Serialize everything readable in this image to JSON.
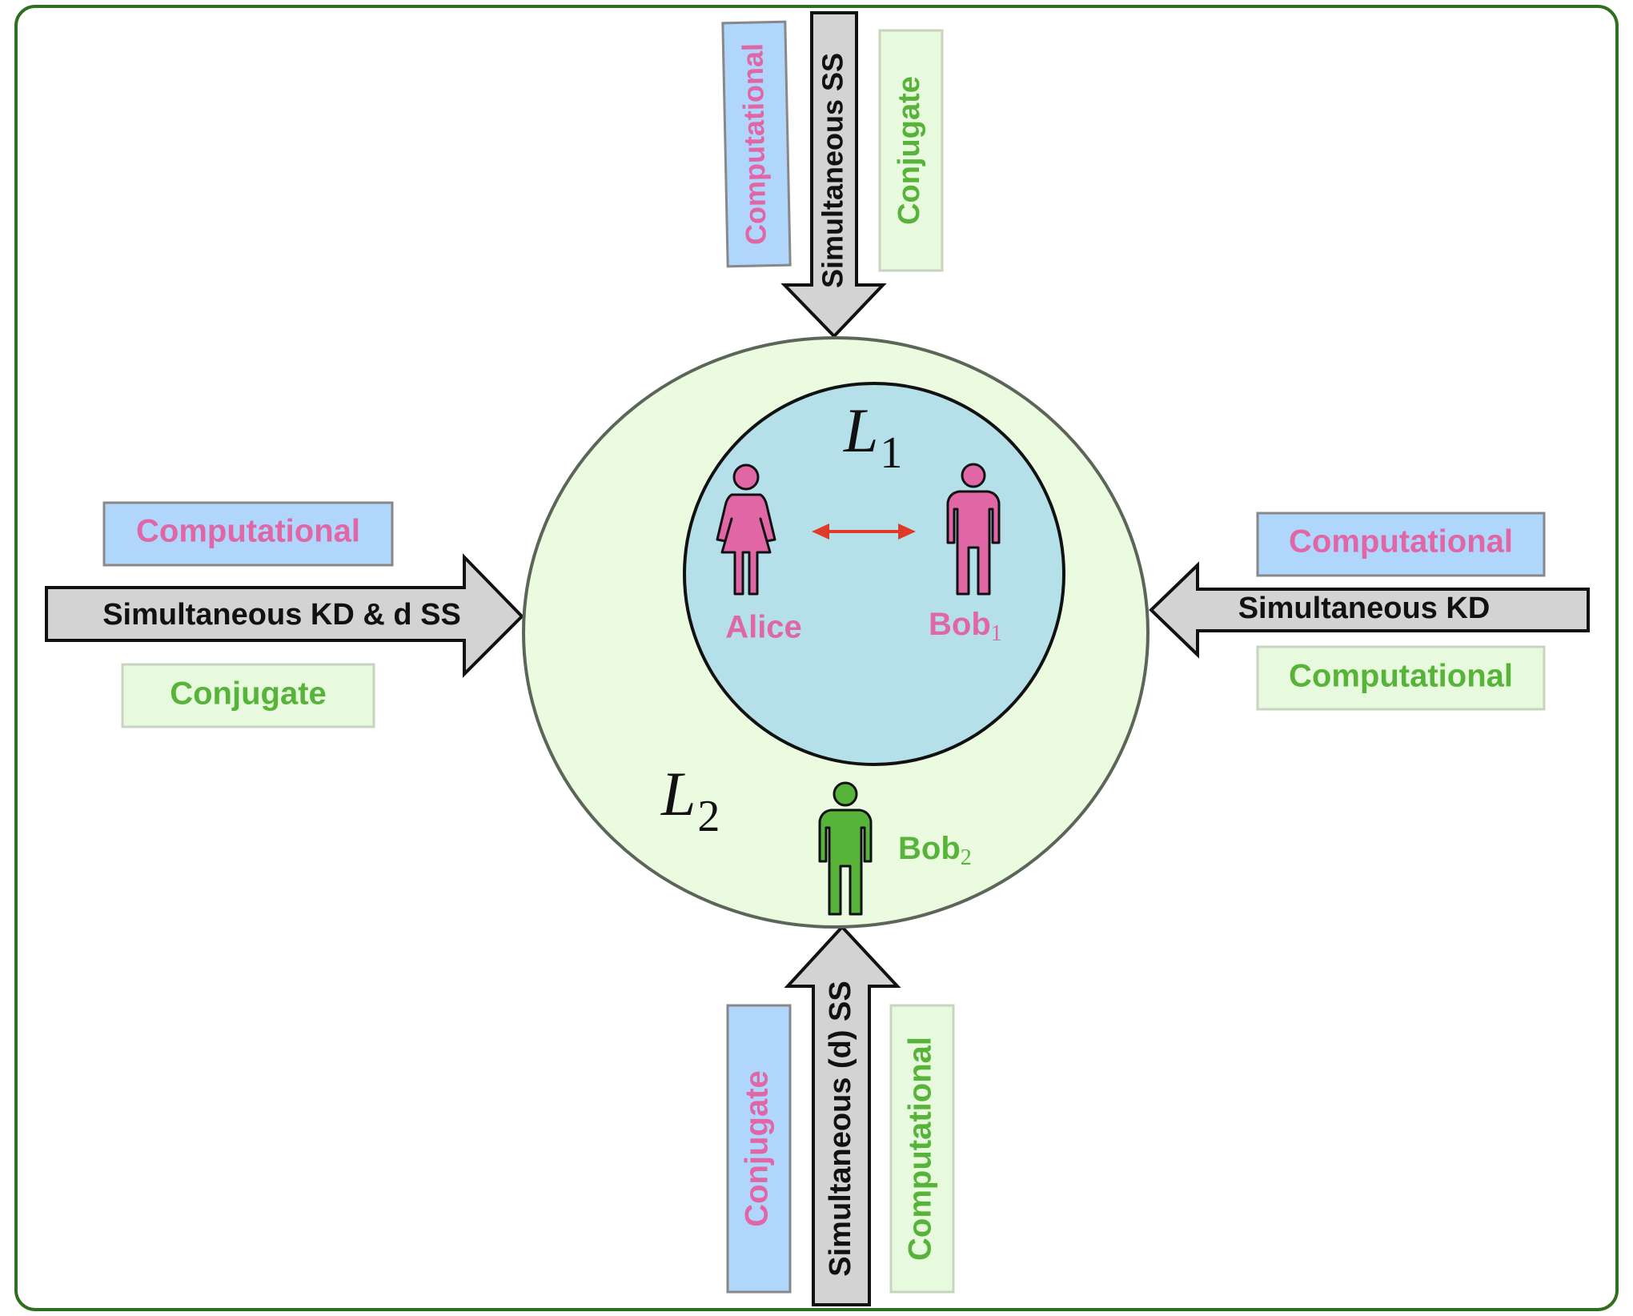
{
  "colors": {
    "frame": "#2f6f1f",
    "pink": "#e066a6",
    "green": "#58b33a",
    "blue_box": "#b0d6fb",
    "green_box": "#e8fadd",
    "outer_circle": "#eafbe0",
    "inner_circle": "#b5e0ea",
    "arrow_fill": "#d3d3d3",
    "link_arrow": "#e03a2a"
  },
  "icons": {
    "alice": "female-person-icon",
    "bob1": "male-person-icon",
    "bob2": "male-person-icon",
    "link": "double-arrow-icon"
  },
  "regions": {
    "inner": {
      "label": "L",
      "sub": "1"
    },
    "outer": {
      "label": "L",
      "sub": "2"
    }
  },
  "parties": {
    "alice": {
      "name": "Alice"
    },
    "bob1": {
      "name": "Bob",
      "sub": "1"
    },
    "bob2": {
      "name": "Bob",
      "sub": "2"
    }
  },
  "arrows": {
    "top": {
      "label": "Simultaneous SS",
      "blue_box": "Computational",
      "green_box": "Conjugate"
    },
    "left": {
      "label": "Simultaneous KD & d SS",
      "blue_box": "Computational",
      "green_box": "Conjugate"
    },
    "right": {
      "label": "Simultaneous KD",
      "blue_box": "Computational",
      "green_box": "Computational"
    },
    "bottom": {
      "label": "Simultaneous (d) SS",
      "blue_box": "Conjugate",
      "green_box": "Computational"
    }
  }
}
